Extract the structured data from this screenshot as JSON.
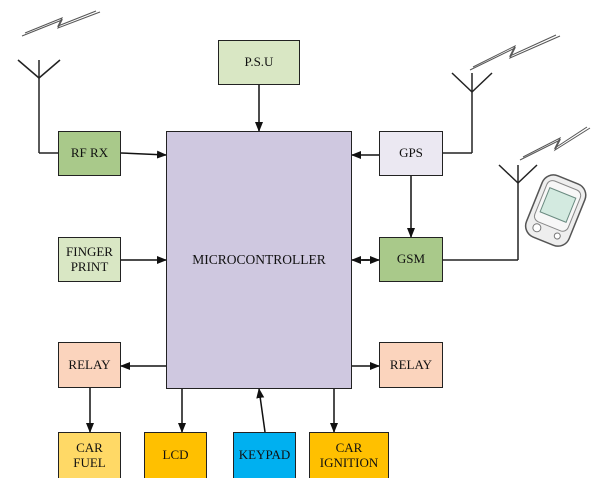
{
  "blocks": {
    "psu": "P.S.U",
    "microcontroller": "MICROCONTROLLER",
    "rf_rx": "RF RX",
    "finger_print": [
      "FINGER",
      "PRINT"
    ],
    "gps": "GPS",
    "gsm": "GSM",
    "relay_left": "RELAY",
    "relay_right": "RELAY",
    "car_fuel": [
      "CAR",
      "FUEL"
    ],
    "lcd": "LCD",
    "keypad": "KEYPAD",
    "car_ignition": [
      "CAR",
      "IGNITION"
    ]
  },
  "colors": {
    "psu": "#d9e7c4",
    "microcontroller": "#cfc8e0",
    "rf_rx": "#a9c98a",
    "finger_print": "#d9e7c4",
    "gps": "#ebe8f2",
    "gsm": "#a9c98a",
    "relay": "#fbd4bd",
    "car_fuel": "#ffd966",
    "lcd": "#ffc000",
    "keypad": "#00b0f0",
    "car_ignition": "#ffc000"
  },
  "icons": [
    "antenna-icon",
    "lightning-signal-icon",
    "mobile-phone-icon"
  ]
}
